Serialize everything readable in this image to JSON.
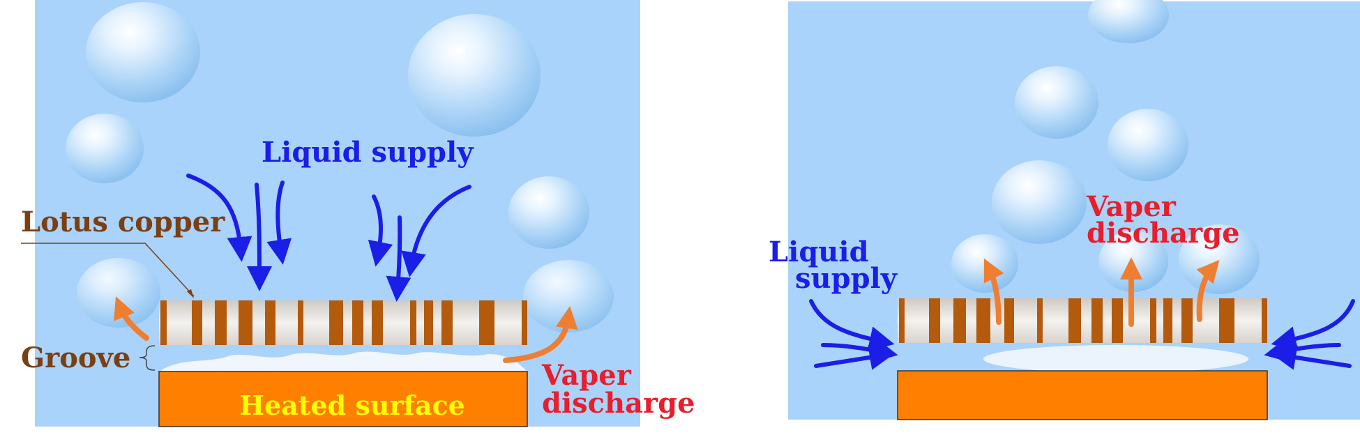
{
  "colors": {
    "background_panel": "#a9d3fa",
    "liquid_arrow": "#1a1ee6",
    "vapor_arrow": "#ee7f32",
    "copper_stripe": "#b35a0c",
    "copper_base": "#e8e6e2",
    "heated_surface": "#ff7f00",
    "heated_label": "#ffff00",
    "lotus_label": "#7b3f12",
    "groove_label": "#7b3f12",
    "liquid_label": "#1a1ee6",
    "vapor_label": "#e81e2c"
  },
  "left": {
    "liquid_supply": "Liquid supply",
    "lotus_copper": "Lotus copper",
    "groove": "Groove",
    "heated_surface": "Heated surface",
    "vapor_line1": "Vaper",
    "vapor_line2": "discharge"
  },
  "right": {
    "liquid_line1": "Liquid",
    "liquid_line2": "supply",
    "vapor_line1": "Vaper",
    "vapor_line2": "discharge"
  }
}
